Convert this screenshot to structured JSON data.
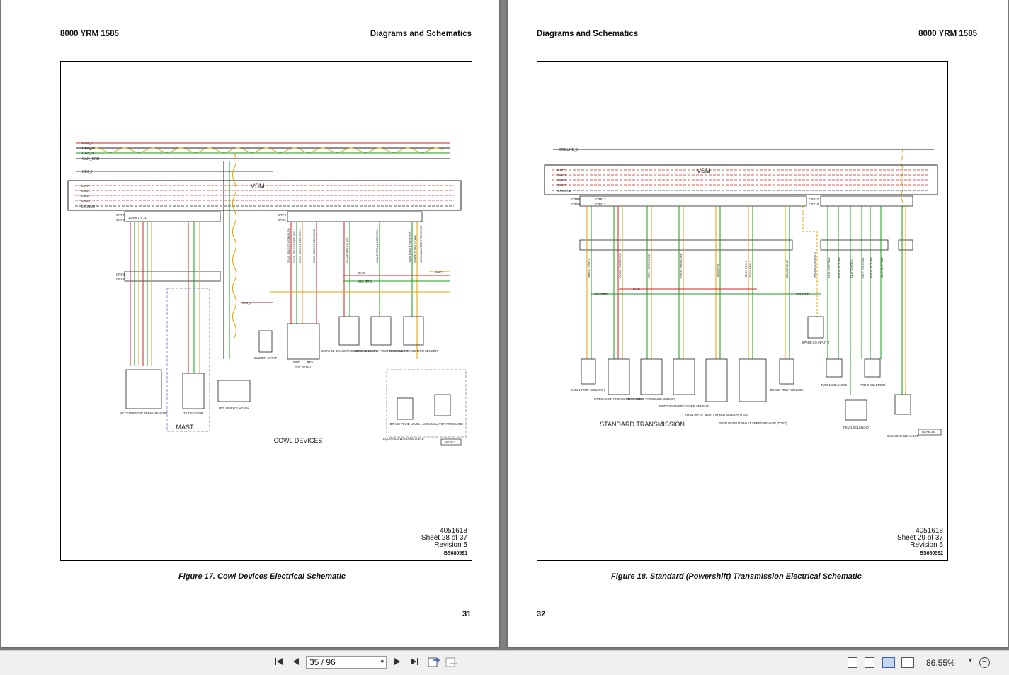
{
  "left_page": {
    "header_left": "8000 YRM 1585",
    "header_right": "Diagrams and Schematics",
    "sheet": {
      "doc": "4051618",
      "sheet": "Sheet 28 of 37",
      "revision": "Revision 5",
      "code": "BS080591"
    },
    "caption": "Figure 17. Cowl Devices Electrical Schematic",
    "page_number": "31",
    "schematic": {
      "bus_top": [
        "IGN_2",
        "CAN_HI",
        "CAN_LO",
        "CAN_GRD"
      ],
      "ign3": "IGN_3",
      "vsm_label": "VSM",
      "vsm_rails": [
        "BATT",
        "SWB1",
        "SWB2",
        "SWB3",
        "GROUND"
      ],
      "connectors": [
        "CRP7",
        "CPS7",
        "CRP6",
        "CPS6",
        "CRP4",
        "CPS4"
      ],
      "pin_row": "10 9 8 2 6 11",
      "gear_wires": [
        "GEAR SELECT FORWARD",
        "GEAR SELECT RETURN 2",
        "GEAR SELECT RETURN 1",
        "GEAR SELECT REVERSE"
      ],
      "brake_wires": [
        "BRAKE PRESSURE",
        "BRAKE PEDAL POSITION",
        "PARK BRAKE POSITION",
        "BRAKE FLUID LEVEL",
        "ACCUMULATOR PRESSURE"
      ],
      "net_5vc": "5V-C",
      "net_sig": "SIG GRD",
      "net_552a": "552-A",
      "net_ign3": "IGN_3",
      "components": [
        "ACCELERATOR PEDAL SENSOR",
        "TILT SENSOR",
        "DPF DISPLAY CPS91",
        "BUZZER CPS77",
        "FWD",
        "REV",
        "FDC PEDAL",
        "SERVICE BRAKE PRESSURE SENSOR",
        "SERVICE BRAKE POSITION SENSOR",
        "PARK BRAKE POSITION SENSOR",
        "BRAKE FLUID LEVEL",
        "ACCUMULATOR PRESSURE"
      ],
      "mast_label": "MAST",
      "title": "COWL DEVICES",
      "equipped_note": "EQUIPPED W/BRAKE VALVE",
      "page_ref": "PAGE-3"
    }
  },
  "right_page": {
    "header_left": "Diagrams and Schematics",
    "header_right": "8000 YRM 1585",
    "sheet": {
      "doc": "4051618",
      "sheet": "Sheet 29 of 37",
      "revision": "Revision 5",
      "code": "BS080592"
    },
    "caption": "Figure 18. Standard (Powershift) Transmission Electrical Schematic",
    "page_number": "32",
    "schematic": {
      "ground_label": "GROUND_3",
      "vsm_label": "VSM",
      "vsm_rails": [
        "BATT",
        "SWB1",
        "SWB2",
        "SWB3",
        "GROUND"
      ],
      "connectors": [
        "CRP9",
        "CPS9",
        "CRP12",
        "CPS12",
        "CRP10",
        "CPS10"
      ],
      "sensor_wires": [
        "XMSN TEMP 1",
        "FWD1 PRESSURE",
        "REV1 PRESSURE",
        "FWD2 PRESSURE",
        "TISS RPM",
        "TOSS RPM 1",
        "TOSS RPM 2",
        "BRAKE TEMP",
        "SPARE LO INPUT 2"
      ],
      "clutch_wires": [
        "CLUTCH FWD1",
        "FWD1 RETURN",
        "CLUTCH REV1",
        "REV1 RETURN",
        "FWD2 RETURN",
        "CLUTCH FWD2"
      ],
      "net_sig": "SIG GRD",
      "net_5vb": "5V-B",
      "components": [
        "XMSN TEMP SENSOR 1",
        "FWD1 XMSN PRESSURE SENSOR",
        "REV1 XMSN PRESSURE SENSOR",
        "FWD2 XMSN PRESSURE SENSOR",
        "XMSN INPUT SHAFT SPEED SENSOR (TISS)",
        "XMSN OUTPUT SHAFT SPEED SENSOR (TOSS)",
        "BRAKE TEMP SENSOR",
        "SPARE LO INPUT 2",
        "FWD 1 SOLENOID",
        "FWD 2 SOLENOID",
        "REV 1 SOLENOID",
        "XMSN ENABLE VALVE"
      ],
      "title": "STANDARD TRANSMISSION",
      "page_ref": "PAGE-4A"
    }
  },
  "toolbar": {
    "first_icon": "first-page-icon",
    "prev_icon": "prev-page-icon",
    "page_value": "35 / 96",
    "next_icon": "next-page-icon",
    "last_icon": "last-page-icon",
    "zoom_value": "86.55%"
  },
  "colors": {
    "viewer_bg": "#808080",
    "wire_red": "#d62020",
    "wire_green": "#1a9a1a",
    "wire_orange": "#e0a000",
    "wire_blue": "#3355cc",
    "dashed_purple": "#7a6bd6"
  }
}
